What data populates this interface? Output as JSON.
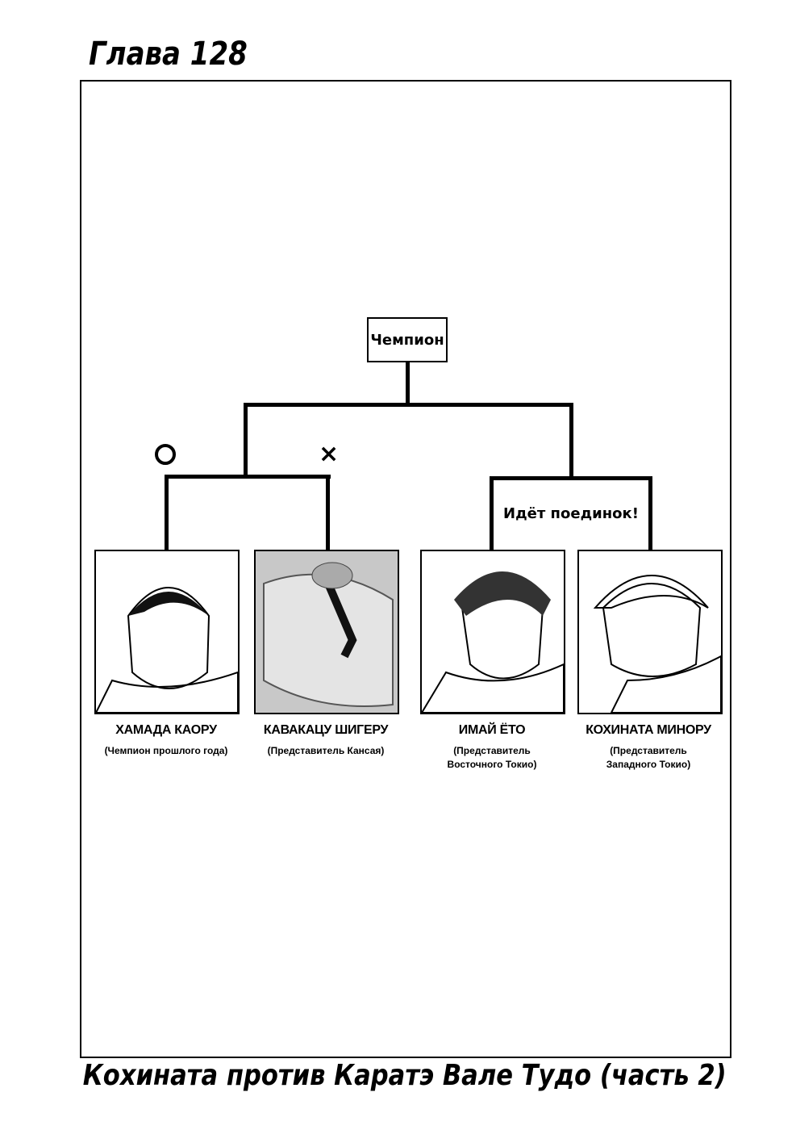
{
  "chapter_title": "Глава 128",
  "subtitle": "Кохината против Каратэ Вале Тудо (часть 2)",
  "bracket": {
    "final_label": "Чемпион",
    "left_match": {
      "winner_mark": "○",
      "loser_mark": "×"
    },
    "right_match_status": "Идёт поединок!"
  },
  "fighters": [
    {
      "name": "ХАМАДА КАОРУ",
      "desc": [
        "(Чемпион прошлого года)"
      ],
      "result": "winner"
    },
    {
      "name": "КАВАКАЦУ ШИГЕРУ",
      "desc": [
        "(Представитель Кансая)"
      ],
      "result": "loser"
    },
    {
      "name": "ИМАЙ ЁТО",
      "desc": [
        "(Представитель",
        "Восточного Токио)"
      ],
      "result": "in-progress"
    },
    {
      "name": "КОХИНАТА МИНОРУ",
      "desc": [
        "(Представитель",
        "Западного Токио)"
      ],
      "result": "in-progress"
    }
  ]
}
